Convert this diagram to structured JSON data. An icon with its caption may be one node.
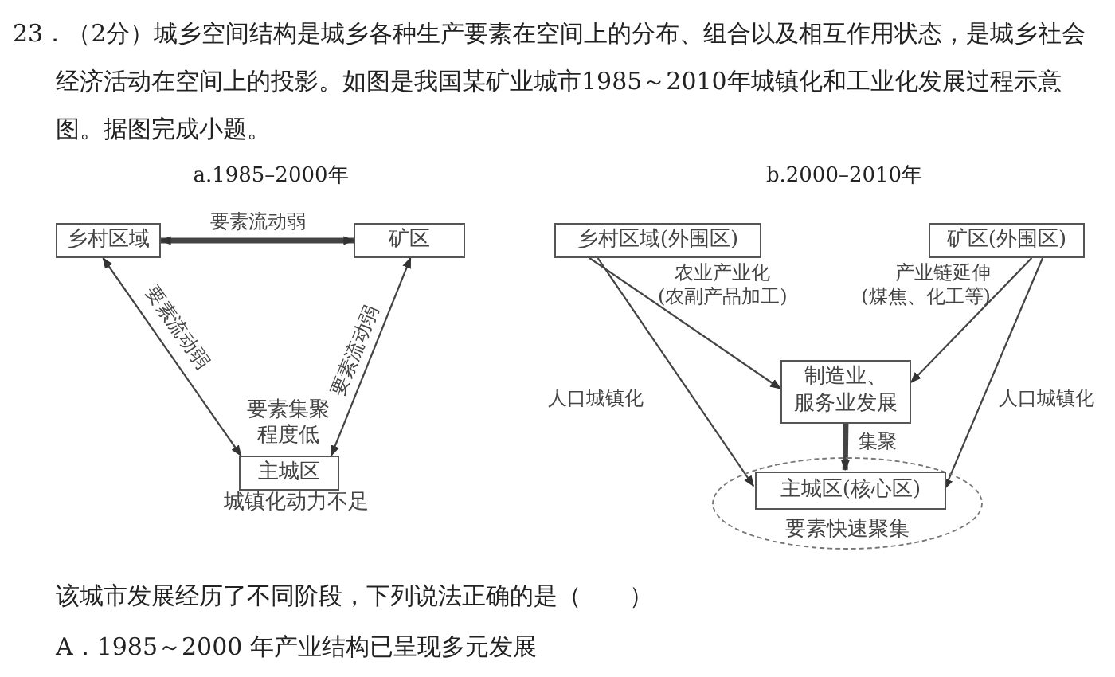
{
  "diagram": {
    "nodes": [
      {
        "text": [
          "乡村区域"
        ]
      },
      {
        "text": [
          "矿区"
        ]
      },
      {
        "text": [
          "主城区"
        ],
        "beside": [
          "要素集聚程度低",
          "城镇化动力不足"
        ]
      },
      {
        "text": [
          "乡村区域(外围区)"
        ]
      },
      {
        "text": [
          "矿区(外围区)"
        ]
      },
      {
        "text": [
          "制造业、服务业发展"
        ]
      },
      {
        "text": [
          "要素快速聚集"
        ]
      },
      {
        "text": [
          "主城区(核心区)"
        ],
        "in": 6
      }
    ],
    "edges": [
      {
        "from": 0,
        "to": 1,
        "arrow": "both",
        "label": "要素流动弱",
        "style": "thick"
      },
      {
        "from": 0,
        "to": 2,
        "arrow": "both",
        "label": "要素流动弱"
      },
      {
        "from": 1,
        "to": 2,
        "arrow": "both",
        "label": "要素流动弱"
      },
      {
        "from": 3,
        "to": 5,
        "arrow": "to",
        "label": "农业产业化(农副产品加工)"
      },
      {
        "from": 4,
        "to": 5,
        "arrow": "to",
        "label": "产业链延伸(煤焦、化工等)"
      },
      {
        "from": 5,
        "to": 7,
        "arrow": "to",
        "label": "集聚",
        "style": "thick"
      },
      {
        "from": 3,
        "to": 7,
        "arrow": "to",
        "label": "人口城镇化"
      },
      {
        "from": 4,
        "to": 7,
        "arrow": "to",
        "label": "人口城镇化"
      }
    ],
    "labels": [
      "23．（2分）城乡空间结构是城乡各种生产要素在空间上的分布、组合以及相互作用状态，是城乡社会经济活动在空间上的投影。如图是我国某矿业城市1985～2010年城镇化和工业化发展过程示意图。据图完成小题。",
      "a.1985–2000年",
      "b.2000–2010年",
      "该城市发展经历了不同阶段，下列说法正确的是（　　）",
      "A．1985～2000 年产业结构已呈现多元发展"
    ]
  }
}
